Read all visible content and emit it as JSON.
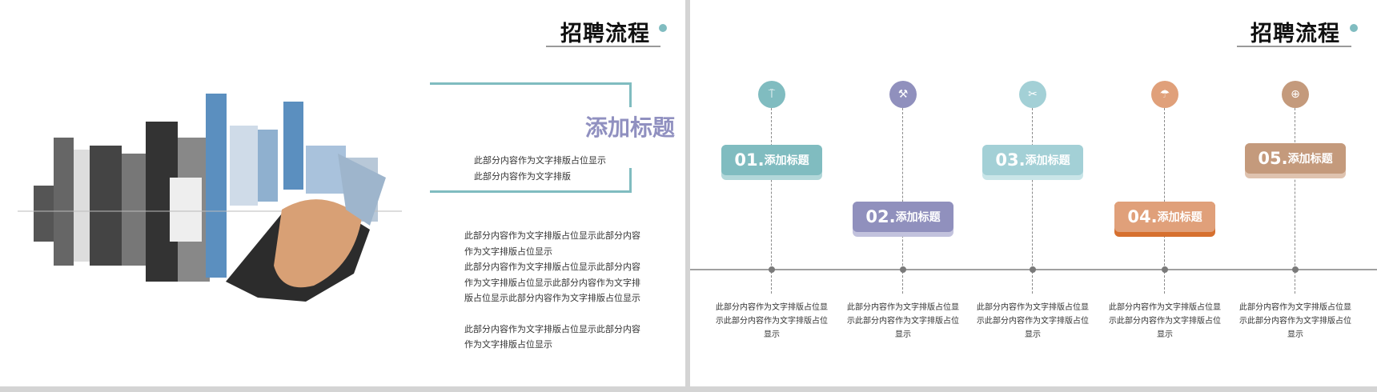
{
  "left_slide": {
    "title": "招聘流程",
    "heading": "添加标题",
    "bracket_lines": [
      "此部分内容作为文字排版占位显示",
      "此部分内容作为文字排版"
    ],
    "body_lines": [
      "此部分内容作为文字排版占位显示此部分内容",
      "作为文字排版占位显示",
      "此部分内容作为文字排版占位显示此部分内容",
      "作为文字排版占位显示此部分内容作为文字排",
      "版占位显示此部分内容作为文字排版占位显示",
      "此部分内容作为文字排版占位显示此部分内容",
      "作为文字排版占位显示"
    ],
    "image": "handshake-cityscape",
    "accent": "#80bcc0",
    "heading_color": "#9090c0"
  },
  "right_slide": {
    "title": "招聘流程",
    "steps": [
      {
        "num": "01.",
        "label": "添加标题",
        "icon": "pin-icon",
        "glyph": "⍑",
        "color": "#80bcc0",
        "shade": "#b2d7d9",
        "caption": [
          "此部分内容作为文字排版占位显",
          "示此部分内容作为文字排版占位",
          "显示"
        ]
      },
      {
        "num": "02.",
        "label": "添加标题",
        "icon": "tools-icon",
        "glyph": "⚒",
        "color": "#9090bd",
        "shade": "#c2c2dd",
        "caption": [
          "此部分内容作为文字排版占位显",
          "示此部分内容作为文字排版占位",
          "显示"
        ]
      },
      {
        "num": "03.",
        "label": "添加标题",
        "icon": "wrench-screwdriver-icon",
        "glyph": "✂",
        "color": "#a3d0d6",
        "shade": "#c9e5e8",
        "caption": [
          "此部分内容作为文字排版占位显",
          "示此部分内容作为文字排版占位",
          "显示"
        ]
      },
      {
        "num": "04.",
        "label": "添加标题",
        "icon": "umbrella-icon",
        "glyph": "☂",
        "color": "#e0a07a",
        "shade": "#d6702f",
        "caption": [
          "此部分内容作为文字排版占位显",
          "示此部分内容作为文字排版占位",
          "显示"
        ]
      },
      {
        "num": "05.",
        "label": "添加标题",
        "icon": "zoom-in-icon",
        "glyph": "⊕",
        "color": "#c49a7c",
        "shade": "#dfc3af",
        "caption": [
          "此部分内容作为文字排版占位显",
          "示此部分内容作为文字排版占位",
          "显示"
        ]
      }
    ]
  }
}
